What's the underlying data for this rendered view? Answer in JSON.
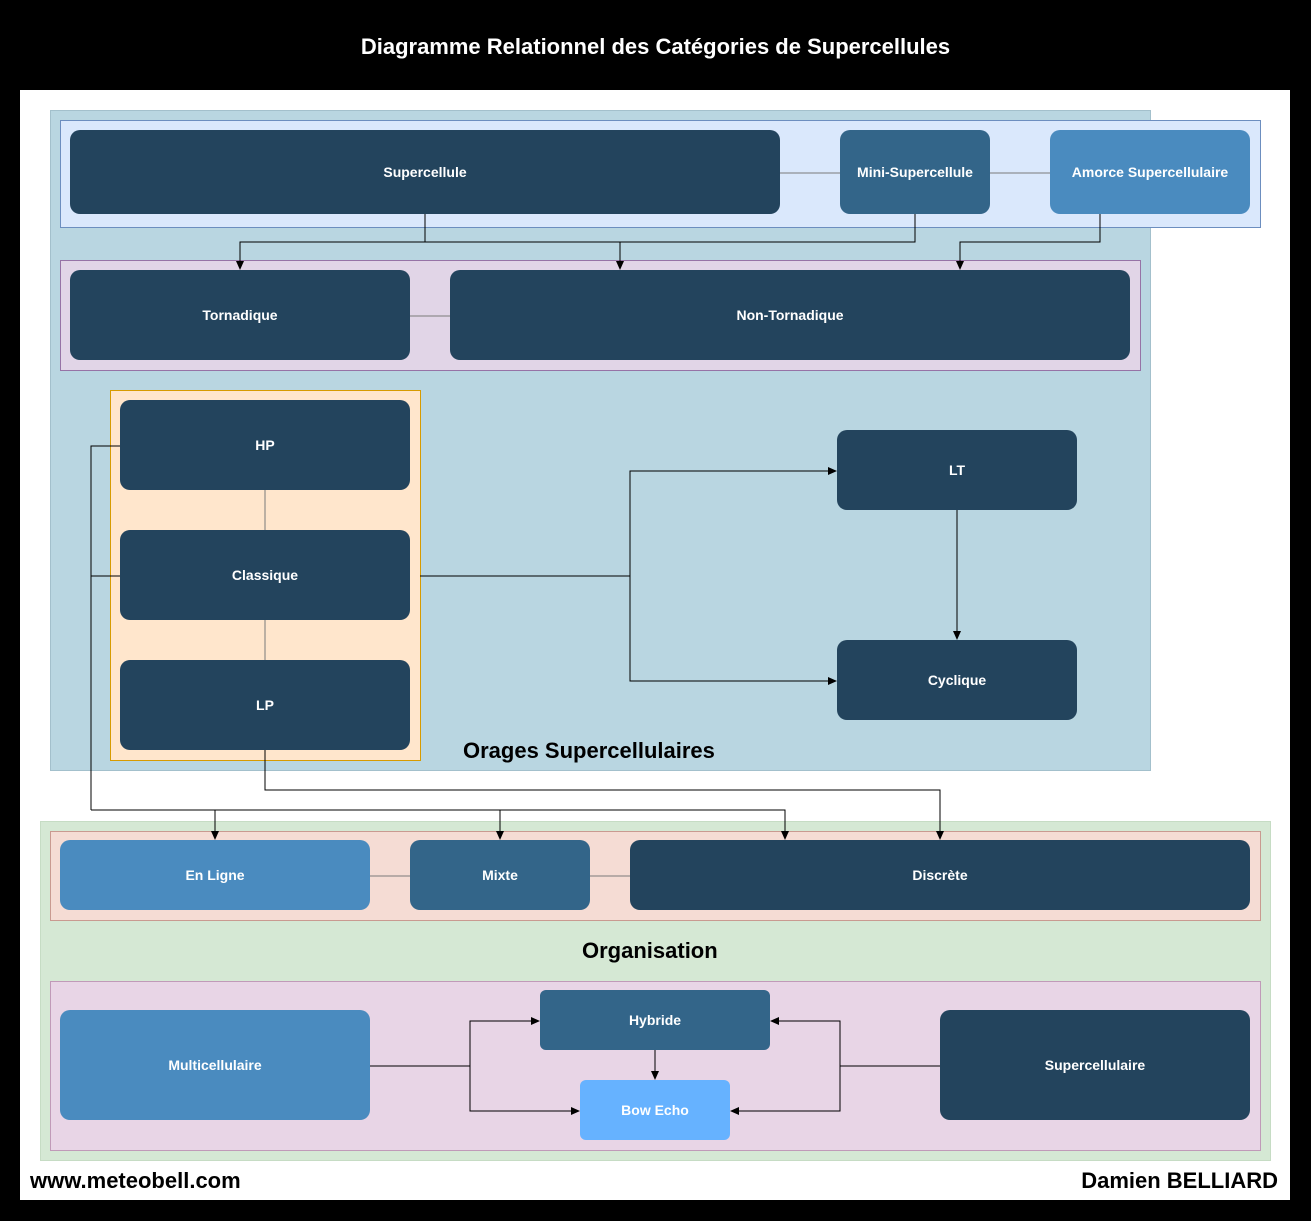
{
  "title": "Diagramme Relationnel des Catégories de Supercellules",
  "sections": {
    "orages": "Orages Supercellulaires",
    "organisation": "Organisation"
  },
  "nodes": {
    "supercellule": "Supercellule",
    "mini_supercellule": "Mini-Supercellule",
    "amorce": "Amorce Supercellulaire",
    "tornadique": "Tornadique",
    "non_tornadique": "Non-Tornadique",
    "hp": "HP",
    "classique": "Classique",
    "lp": "LP",
    "lt": "LT",
    "cyclique": "Cyclique",
    "en_ligne": "En Ligne",
    "mixte": "Mixte",
    "discrete": "Discrète",
    "multicellulaire": "Multicellulaire",
    "hybride": "Hybride",
    "bow_echo": "Bow Echo",
    "supercellulaire": "Supercellulaire"
  },
  "footer": {
    "website": "www.meteobell.com",
    "author": "Damien BELLIARD"
  },
  "colors": {
    "dark_node": "#23445d",
    "mid_node": "#336589",
    "light_node": "#4a8bbf",
    "sky_node": "#66b2ff",
    "orages_bg": "#b8d6e0",
    "organisation_bg": "#d5e8d4"
  }
}
